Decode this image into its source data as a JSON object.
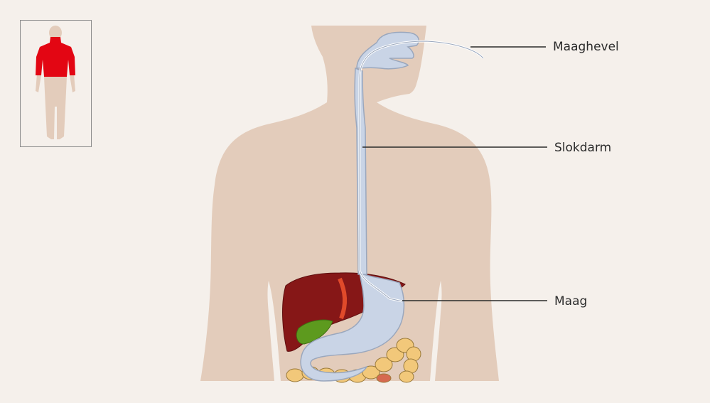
{
  "labels": [
    "Maaghevel",
    "Slokdarm",
    "Maag"
  ],
  "colors": {
    "background": "#f5f0eb",
    "body": "#e3ccbb",
    "highlight": "#e30613",
    "organ_tube": "#c9d4e6",
    "organ_outline": "#9aa7bd",
    "liver": "#861717",
    "gallbladder": "#5d9a1e",
    "intestine": "#f2c87a",
    "leader_line": "#2b2b2b"
  },
  "inset": {
    "highlighted_region": "upper body"
  }
}
